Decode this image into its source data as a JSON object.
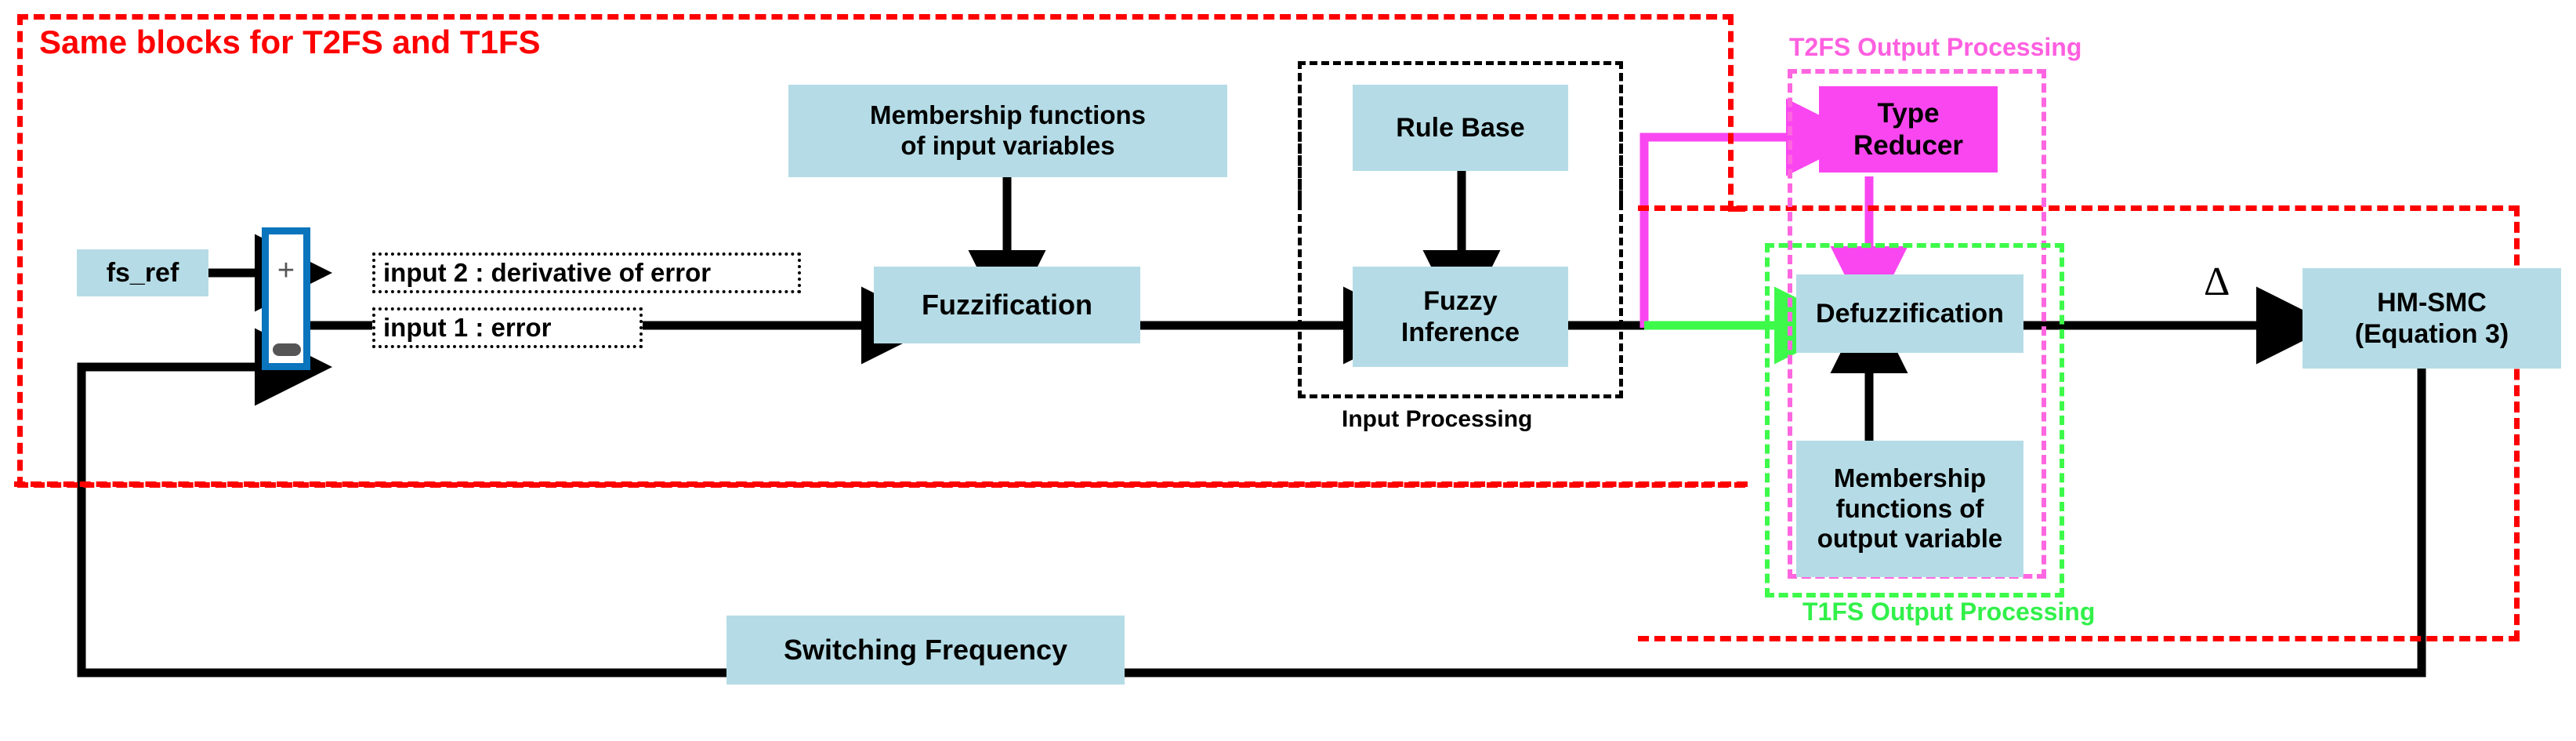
{
  "diagram": {
    "title_note": "Same blocks for T2FS and T1FS",
    "groups": {
      "input_processing": "Input Processing",
      "t2fs_output": "T2FS Output Processing",
      "t1fs_output": "T1FS Output Processing"
    },
    "blocks": {
      "fs_ref": "fs_ref",
      "fuzzification": "Fuzzification",
      "rule_base": "Rule Base",
      "fuzzy_inference": "Fuzzy\nInference",
      "fuzzy_inference_l1": "Fuzzy",
      "fuzzy_inference_l2": "Inference",
      "mf_input_l1": "Membership functions",
      "mf_input_l2": "of input variables",
      "type_reducer_l1": "Type",
      "type_reducer_l2": "Reducer",
      "defuzzification": "Defuzzification",
      "mf_output_l1": "Membership",
      "mf_output_l2": "functions of",
      "mf_output_l3": "output variable",
      "hm_smc_l1": "HM-SMC",
      "hm_smc_l2": "(Equation 3)",
      "switching_frequency": "Switching Frequency"
    },
    "annotations": {
      "input2": "input 2 : derivative of error",
      "input1": "input 1 :  error",
      "delta": "Δ",
      "plus": "+"
    },
    "colors": {
      "block_fill": "#b5dce6",
      "type_reducer_fill": "#fa46f0",
      "red_group": "#ff0000",
      "magenta_group": "#ff66e0",
      "green_group": "#3dfa4a",
      "sum_border": "#0a74bd",
      "wire": "#000000"
    }
  }
}
